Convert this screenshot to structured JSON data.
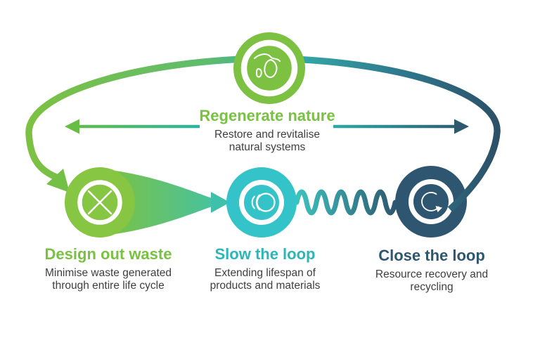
{
  "diagram": {
    "title_concept": "circular economy loop",
    "nodes": {
      "regenerate": {
        "title": "Regenerate nature",
        "subtitle_line1": "Restore and revitalise",
        "subtitle_line2": "natural systems",
        "icon": "globe-icon"
      },
      "design": {
        "title": "Design out waste",
        "subtitle_line1": "Minimise waste generated",
        "subtitle_line2": "through entire life cycle",
        "icon": "cross-icon"
      },
      "slow": {
        "title": "Slow the loop",
        "subtitle_line1": "Extending lifespan of",
        "subtitle_line2": "products and materials",
        "icon": "slow-motion-icon"
      },
      "close": {
        "title": "Close the loop",
        "subtitle_line1": "Resource recovery and",
        "subtitle_line2": "recycling",
        "icon": "recycle-arrow-icon"
      }
    },
    "connectors": {
      "loop_arc": "outer loop from close-the-loop over the top into design-out-waste",
      "regenerate_arrow": "double-headed horizontal arrow behind Regenerate nature",
      "design_to_slow": "tapered arrow from design-out-waste to slow-the-loop",
      "slow_to_close": "wavy line from slow-the-loop to close-the-loop"
    },
    "colors": {
      "green": "#79C142",
      "teal": "#2BB6BA",
      "navy": "#2E5670",
      "subtitle_gray": "#3E3E3E",
      "circle_green": "#7CC142",
      "circle_teal": "#34C3C8",
      "circle_navy": "#2F5670",
      "wave_teal": "#3CC3BE"
    }
  }
}
